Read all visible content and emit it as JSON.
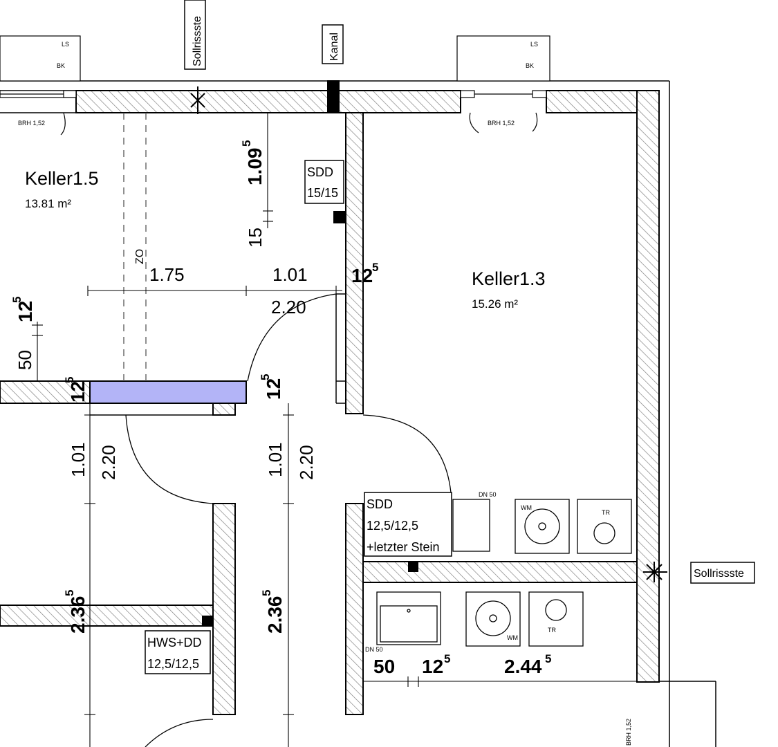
{
  "rooms": [
    {
      "name": "Keller1.5",
      "area": "13.81 m²"
    },
    {
      "name": "Keller1.3",
      "area": "15.26 m²"
    }
  ],
  "labels": {
    "kanal": "Kanal",
    "sollriss_top": "Sollrissste",
    "sollriss_right": "Sollrissste",
    "zo": "ZO",
    "brh_left": "BRH 1,52",
    "brh_right": "BRH 1,52",
    "brh_bottom": "BRH 1,52",
    "ls": "LS",
    "bk": "BK",
    "dn50": "DN 50",
    "wm": "WM",
    "tr": "TR"
  },
  "tags": {
    "sdd_top": [
      "SDD",
      "15/15"
    ],
    "sdd_mid": [
      "SDD",
      "12,5/12,5",
      "+letzter Stein"
    ],
    "hws": [
      "HWS+DD",
      "12,5/12,5"
    ]
  },
  "dims": {
    "d_109": "1.09",
    "d_109_sup": "5",
    "d_15": "15",
    "d_175": "1.75",
    "d_101_top": "1.01",
    "d_220_top": "2.20",
    "d_12_right": "12",
    "d_12_right_sup": "5",
    "d_12_left": "12",
    "d_12_left_sup": "5",
    "d_50_left": "50",
    "d_12_a": "12",
    "d_12_a_sup": "5",
    "d_12_b": "12",
    "d_12_b_sup": "5",
    "d_101_a": "1.01",
    "d_220_a": "2.20",
    "d_101_b": "1.01",
    "d_220_b": "2.20",
    "d_236_a": "2.36",
    "d_236_a_sup": "5",
    "d_236_b": "2.36",
    "d_236_b_sup": "5",
    "d_50_bottom": "50",
    "d_12_bottom": "12",
    "d_12_bottom_sup": "5",
    "d_244": "2.44",
    "d_244_sup": "5"
  }
}
